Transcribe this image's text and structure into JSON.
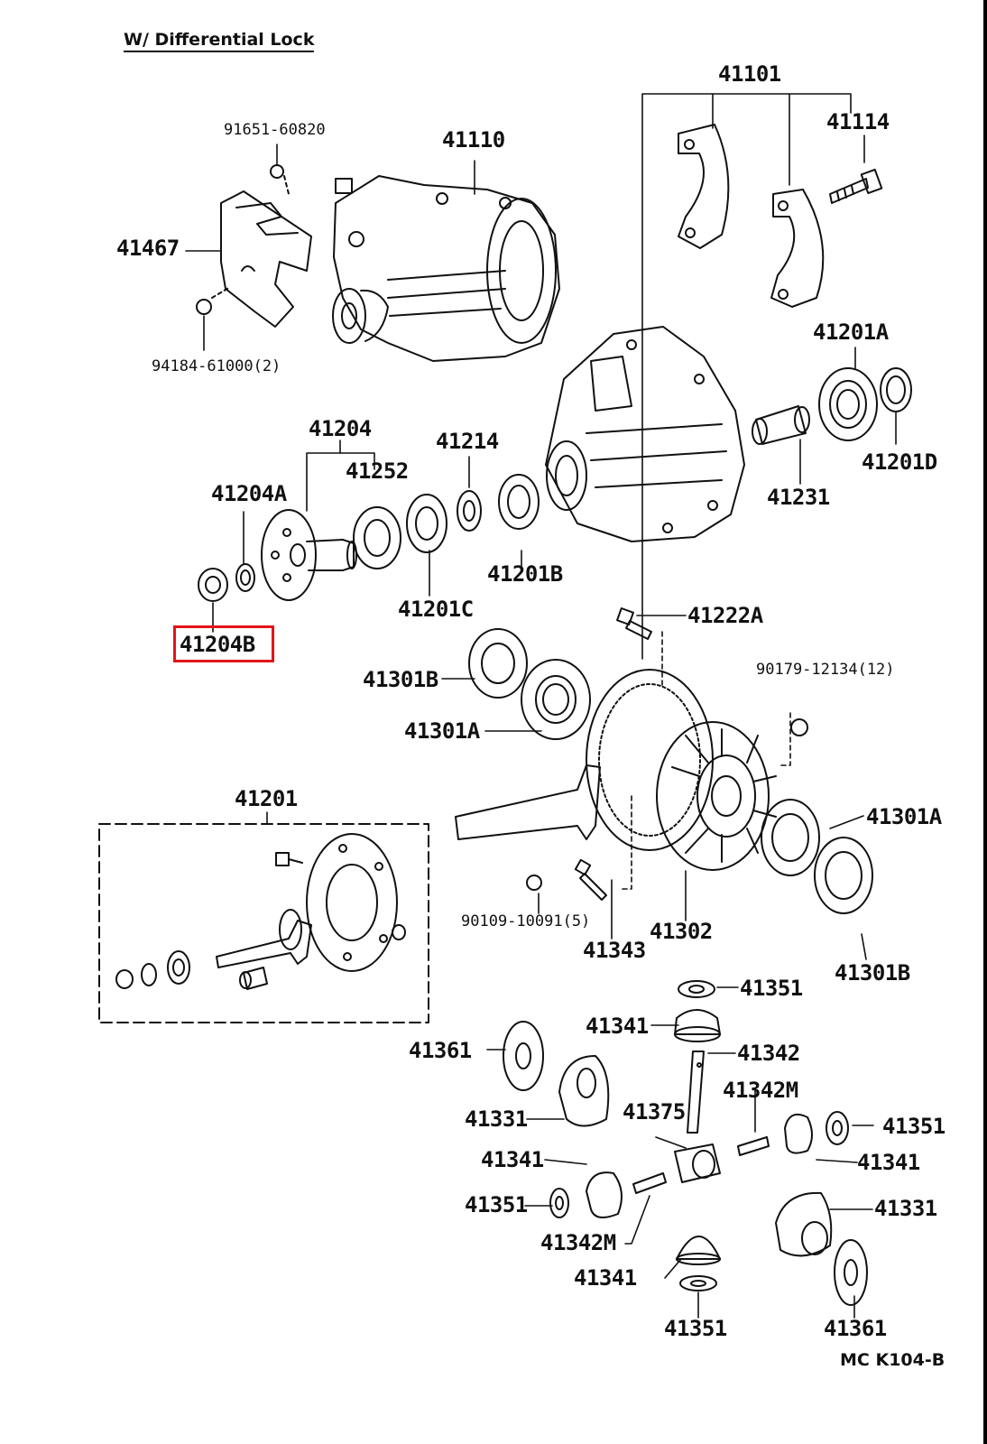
{
  "title": "W/ Differential Lock",
  "footer_code": "MC K104-B",
  "highlight": {
    "part_number": "41204B",
    "color": "#e3141b"
  },
  "labels": [
    {
      "id": "41101",
      "text": "41101"
    },
    {
      "id": "41114",
      "text": "41114"
    },
    {
      "id": "91651-60820",
      "text": "91651-60820"
    },
    {
      "id": "41110",
      "text": "41110"
    },
    {
      "id": "41467",
      "text": "41467"
    },
    {
      "id": "94184-61000",
      "text": "94184-61000(2)"
    },
    {
      "id": "41201A",
      "text": "41201A"
    },
    {
      "id": "41201D",
      "text": "41201D"
    },
    {
      "id": "41231",
      "text": "41231"
    },
    {
      "id": "41204",
      "text": "41204"
    },
    {
      "id": "41214",
      "text": "41214"
    },
    {
      "id": "41252",
      "text": "41252"
    },
    {
      "id": "41204A",
      "text": "41204A"
    },
    {
      "id": "41201B",
      "text": "41201B"
    },
    {
      "id": "41201C",
      "text": "41201C"
    },
    {
      "id": "41204B",
      "text": "41204B"
    },
    {
      "id": "41222A",
      "text": "41222A"
    },
    {
      "id": "41301B-upper",
      "text": "41301B"
    },
    {
      "id": "90179-12134",
      "text": "90179-12134(12)"
    },
    {
      "id": "41301A-upper",
      "text": "41301A"
    },
    {
      "id": "41201",
      "text": "41201"
    },
    {
      "id": "41301A-right",
      "text": "41301A"
    },
    {
      "id": "90109-10091",
      "text": "90109-10091(5)"
    },
    {
      "id": "41343",
      "text": "41343"
    },
    {
      "id": "41302",
      "text": "41302"
    },
    {
      "id": "41301B-lower",
      "text": "41301B"
    },
    {
      "id": "41351-top",
      "text": "41351"
    },
    {
      "id": "41341-top",
      "text": "41341"
    },
    {
      "id": "41342",
      "text": "41342"
    },
    {
      "id": "41361-left",
      "text": "41361"
    },
    {
      "id": "41342M-right",
      "text": "41342M"
    },
    {
      "id": "41375",
      "text": "41375"
    },
    {
      "id": "41331-left",
      "text": "41331"
    },
    {
      "id": "41351-right",
      "text": "41351"
    },
    {
      "id": "41341-left",
      "text": "41341"
    },
    {
      "id": "41341-right",
      "text": "41341"
    },
    {
      "id": "41351-left",
      "text": "41351"
    },
    {
      "id": "41331-right",
      "text": "41331"
    },
    {
      "id": "41342M-left",
      "text": "41342M"
    },
    {
      "id": "41341-bottom",
      "text": "41341"
    },
    {
      "id": "41351-bottom",
      "text": "41351"
    },
    {
      "id": "41361-right",
      "text": "41361"
    }
  ]
}
